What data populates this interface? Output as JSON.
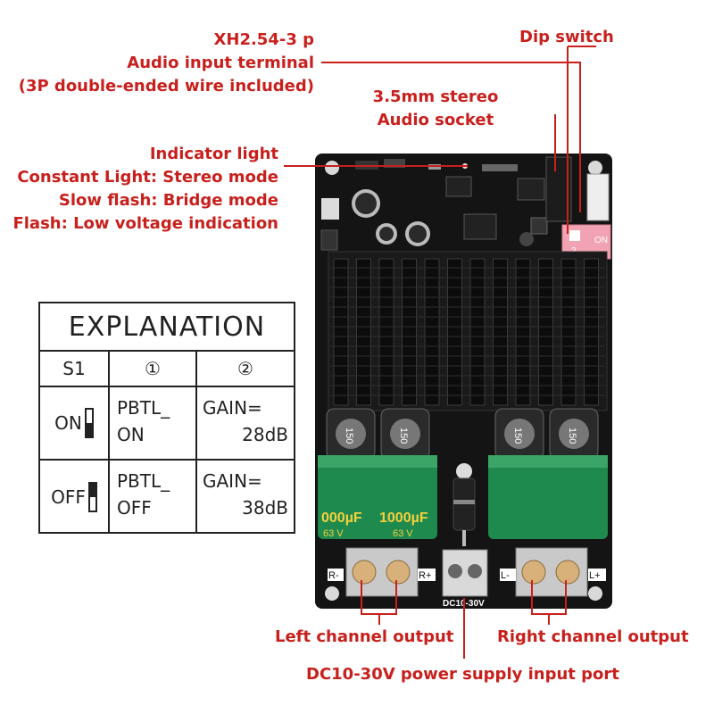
{
  "labels": {
    "xh_terminal": [
      "XH2.54-3 p",
      "Audio input terminal",
      "(3P double-ended wire included)"
    ],
    "dip_switch": "Dip switch",
    "audio_socket": [
      "3.5mm stereo",
      "Audio socket"
    ],
    "indicator": [
      "Indicator light",
      "Constant Light: Stereo mode",
      "Slow flash: Bridge mode",
      "Flash: Low voltage indication"
    ],
    "left_output": "Left channel output",
    "right_output": "Right channel output",
    "power_input": "DC10-30V power supply input port"
  },
  "board": {
    "inductor_text": "150",
    "cap_left": "000µF",
    "cap_right": "1000µF",
    "cap_volt": "63 V",
    "dip_on": "ON",
    "dip_num": "2",
    "terminal_r_minus": "R-",
    "terminal_r_plus": "R+",
    "terminal_l_minus": "L-",
    "terminal_l_plus": "L+",
    "dc_label": "DC10-30V"
  },
  "explanation": {
    "title": "EXPLANATION",
    "headers": [
      "S1",
      "①",
      "②"
    ],
    "rows": [
      {
        "state": "ON",
        "mode_line1": "PBTL_",
        "mode_line2": "ON",
        "gain_line1": "GAIN=",
        "gain_line2": "28dB"
      },
      {
        "state": "OFF",
        "mode_line1": "PBTL_",
        "mode_line2": "OFF",
        "gain_line1": "GAIN=",
        "gain_line2": "38dB"
      }
    ]
  },
  "colors": {
    "label_red": "#c8201c",
    "board_black": "#141414",
    "cap_green": "#1e8a4e",
    "dip_pink": "#f2a3b3"
  }
}
